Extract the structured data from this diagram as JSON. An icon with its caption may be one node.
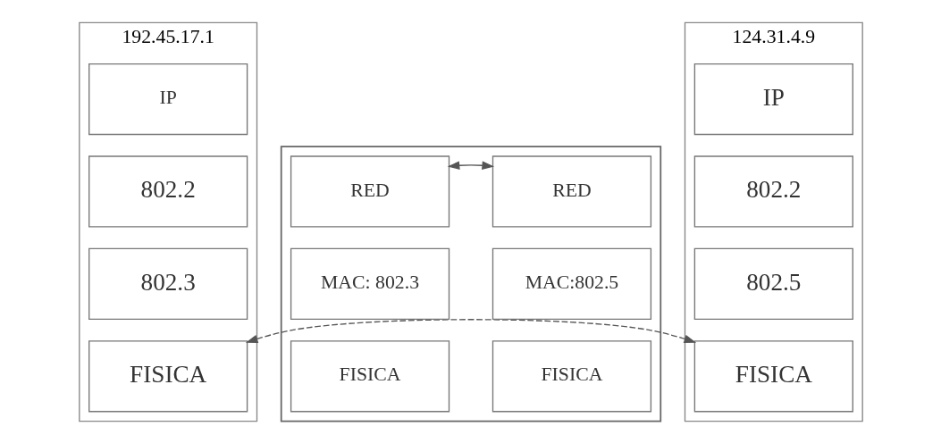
{
  "diagram": {
    "nodes": [
      {
        "text": [
          "192.45.17.1"
        ]
      },
      {
        "text": [
          "IP"
        ],
        "in": 0
      },
      {
        "text": [
          "802.2"
        ],
        "in": 0
      },
      {
        "text": [
          "802.3"
        ],
        "in": 0
      },
      {
        "text": [
          "FISICA"
        ],
        "in": 0
      },
      {
        "text": [],
        "shape": "box"
      },
      {
        "text": [
          "RED"
        ],
        "in": 5
      },
      {
        "text": [
          "MAC: 802.3"
        ],
        "in": 5
      },
      {
        "text": [
          "FISICA"
        ],
        "in": 5
      },
      {
        "text": [
          "RED"
        ],
        "in": 5
      },
      {
        "text": [
          "MAC:802.5"
        ],
        "in": 5
      },
      {
        "text": [
          "FISICA"
        ],
        "in": 5
      },
      {
        "text": [
          "124.31.4.9"
        ]
      },
      {
        "text": [
          "IP"
        ],
        "in": 12
      },
      {
        "text": [
          "802.2"
        ],
        "in": 12
      },
      {
        "text": [
          "802.5"
        ],
        "in": 12
      },
      {
        "text": [
          "FISICA"
        ],
        "in": 12
      }
    ],
    "edges": [
      {
        "from": 6,
        "to": 9,
        "arrow": "both"
      },
      {
        "from": 4,
        "to": 16,
        "arrow": "both",
        "style": "dashed"
      }
    ]
  }
}
